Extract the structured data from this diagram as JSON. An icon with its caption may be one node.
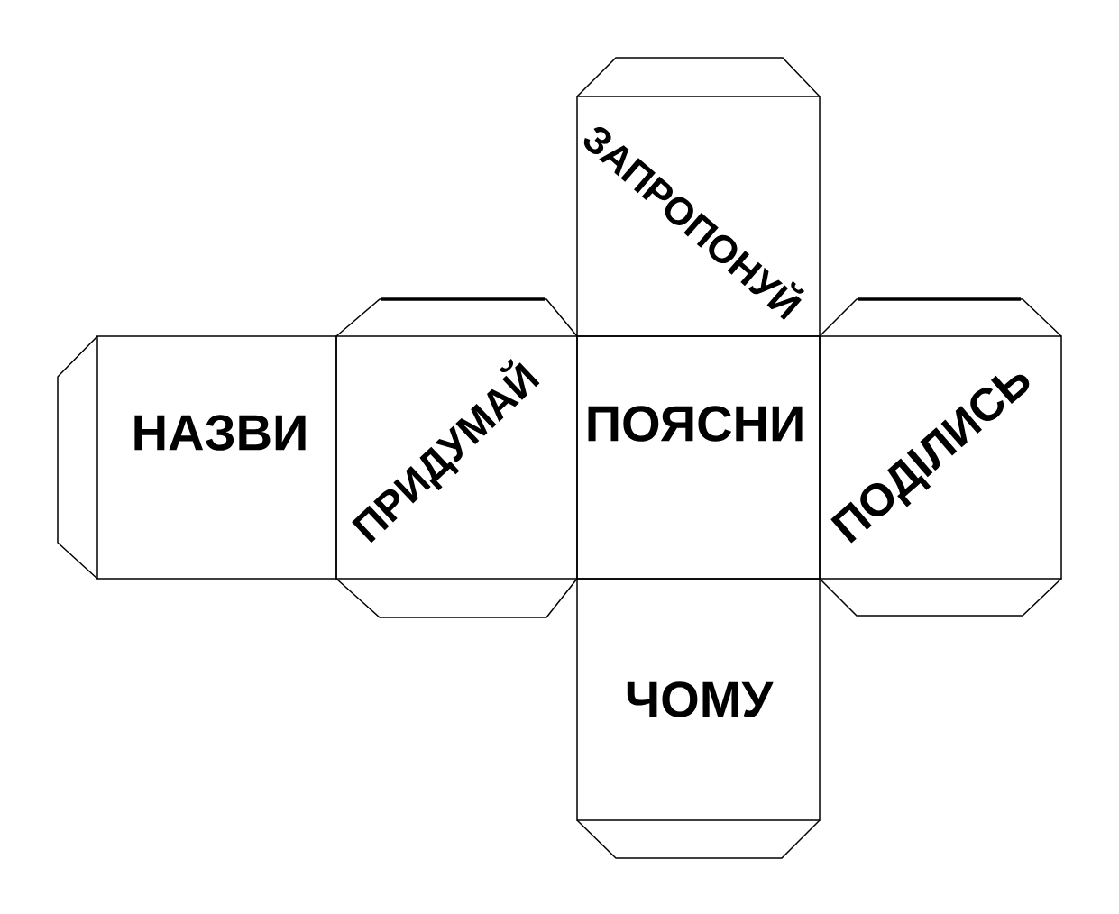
{
  "diagram": {
    "nodes": [
      {
        "text": [
          "ЗАПРОПОНУЙ"
        ]
      },
      {
        "text": [
          "НАЗВИ"
        ]
      },
      {
        "text": [
          "ПРИДУМАЙ"
        ]
      },
      {
        "text": [
          "ПОЯСНИ"
        ]
      },
      {
        "text": [
          "ПОДІЛИСЬ"
        ]
      },
      {
        "text": [
          "ЧОМУ"
        ]
      }
    ]
  }
}
